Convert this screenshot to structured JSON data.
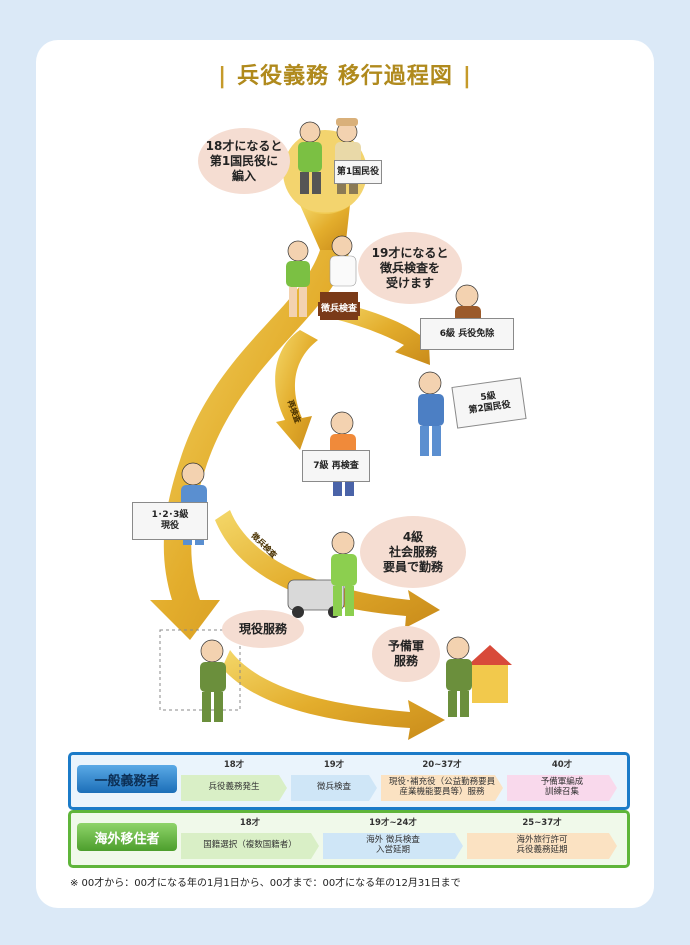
{
  "title": "兵役義務  移行過程図",
  "bubbles": {
    "b18": [
      "18才になると",
      "第1国民役に",
      "編入"
    ],
    "b19": [
      "19才になると",
      "徴兵検査を",
      "受けます"
    ],
    "b4": [
      "4級",
      "社会服務",
      "要員で勤務"
    ]
  },
  "signs": {
    "kokumin1": "第1国民役",
    "choheikensa": "徴兵検査",
    "g6": "6級  兵役免除",
    "g5": [
      "5級",
      "第2国民役"
    ],
    "g7": "7級  再検査",
    "g123": [
      "1･2･3級",
      "現役"
    ]
  },
  "labels": {
    "geneki": "現役服務",
    "yobigun": [
      "予備軍",
      "服務"
    ]
  },
  "arrow_tags": {
    "saikensa": "再検査",
    "shoshuu": "徴兵検査"
  },
  "general": {
    "head": "一般義務者",
    "steps": [
      {
        "age": "18才",
        "label": "兵役義務発生"
      },
      {
        "age": "19才",
        "label": "徴兵検査"
      },
      {
        "age": "20~37才",
        "label": [
          "現役･補充役（公益勤務要員",
          "産業機能要員等）服務"
        ]
      },
      {
        "age": "40才",
        "label": [
          "予備軍編成",
          "訓練召集"
        ]
      }
    ]
  },
  "abroad": {
    "head": "海外移住者",
    "steps": [
      {
        "age": "18才",
        "label": "国籍選択（複数国籍者）"
      },
      {
        "age": "19才~24才",
        "label": [
          "海外  徴兵検査",
          "入営延期"
        ]
      },
      {
        "age": "25~37才",
        "label": [
          "海外旅行許可",
          "兵役義務延期"
        ]
      }
    ]
  },
  "footnote": "※ 00才から：00才になる年の1月1日から、00才まで：00才になる年の12月31日まで",
  "colors": {
    "arrow": "#e7b73a",
    "general_border": "#1b7bc8",
    "abroad_border": "#5fb53a",
    "title": "#b08a1d"
  }
}
